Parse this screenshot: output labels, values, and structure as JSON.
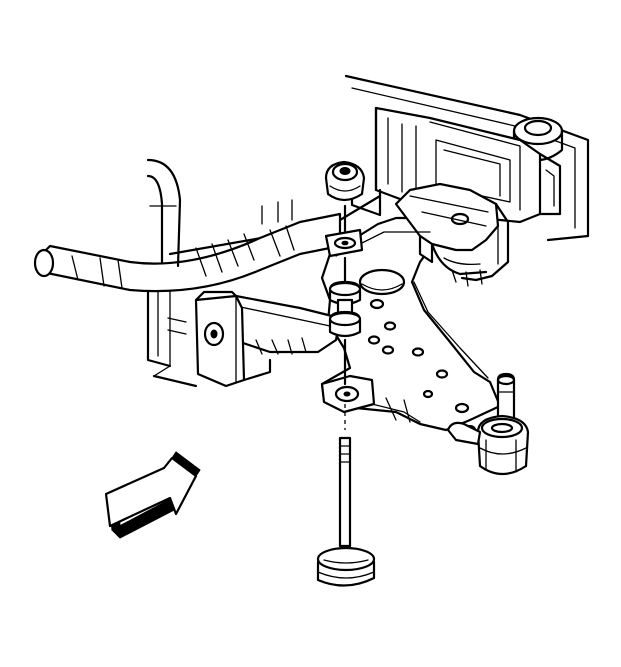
{
  "figure": {
    "background": "#ffffff",
    "line_color": "#000000",
    "parts": [
      "subframe",
      "lower-control-arm",
      "ball-joint",
      "stabilizer-shaft",
      "stabilizer-link-bolt",
      "link-bushings",
      "link-spacer",
      "link-retainers",
      "direction-arrow"
    ],
    "direction_arrow_icon": "forward-arrow-icon"
  }
}
